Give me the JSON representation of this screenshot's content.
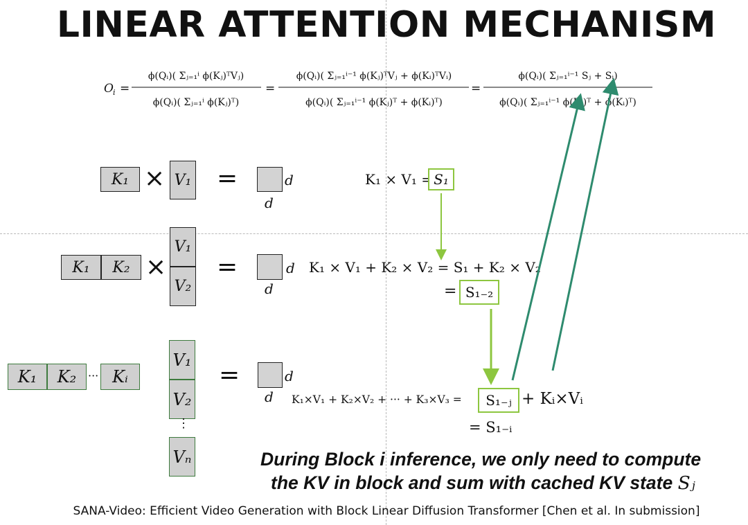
{
  "title": "LINEAR ATTENTION MECHANISM",
  "formula": {
    "lhs": "O",
    "lhs_sub": "i",
    "equals": "=",
    "frac1_num": "ϕ(Qᵢ)( Σⱼ₌₁ⁱ ϕ(Kⱼ)ᵀVⱼ)",
    "frac1_den": "ϕ(Qᵢ)( Σⱼ₌₁ⁱ ϕ(Kⱼ)ᵀ)",
    "frac2_num": "ϕ(Qᵢ)( Σⱼ₌₁ⁱ⁻¹ ϕ(Kⱼ)ᵀVⱼ + ϕ(Kᵢ)ᵀVᵢ)",
    "frac2_den": "ϕ(Qᵢ)( Σⱼ₌₁ⁱ⁻¹ ϕ(Kⱼ)ᵀ + ϕ(Kᵢ)ᵀ)",
    "frac3_num": "ϕ(Qᵢ)( Σⱼ₌₁ⁱ⁻¹ Sⱼ + Sᵢ)",
    "frac3_den": "ϕ(Qᵢ)( Σⱼ₌₁ⁱ⁻¹ ϕ(Kⱼ)ᵀ + ϕ(Kᵢ)ᵀ)"
  },
  "row1": {
    "k_boxes": [
      "K₁"
    ],
    "times": "×",
    "v_boxes": [
      "V₁"
    ],
    "equals": "=",
    "d_right": "d",
    "d_below": "d",
    "eq_text": "K₁ × V₁ = ",
    "state_box": "S₁"
  },
  "row2": {
    "k_boxes": [
      "K₁",
      "K₂"
    ],
    "times": "×",
    "v_boxes": [
      "V₁",
      "V₂"
    ],
    "equals": "=",
    "d_right": "d",
    "d_below": "d",
    "eq_text": "K₁ × V₁ + K₂ × V₂ = S₁ + K₂ × V₂",
    "eq2_prefix": "=",
    "state_box": "S₁₋₂"
  },
  "row3": {
    "k_boxes": [
      "K₁",
      "K₂",
      "Kᵢ"
    ],
    "k_dots": "···",
    "v_boxes": [
      "V₁",
      "V₂",
      "Vₙ"
    ],
    "v_dots": "⋮",
    "equals": "=",
    "d_right": "d",
    "d_below": "d",
    "eq_text": "K₁×V₁ + K₂×V₂ + ··· + K₃×V₃ =",
    "state_box": "S₁₋ⱼ",
    "eq_suffix": "+ Kᵢ×Vᵢ",
    "eq2": "= S₁₋ᵢ"
  },
  "note": {
    "line1": "During Block i inference, we only need to compute",
    "line2": "the KV in block and sum with cached KV state",
    "state_symbol": "Sⱼ"
  },
  "citation": "SANA-Video: Efficient Video Generation with Block Linear Diffusion Transformer [Chen et al. In submission]",
  "colors": {
    "light_green": "#8dc63f",
    "teal_arrow": "#2e8b6e",
    "box_gray": "#d0d0d0",
    "dashed_guides": "#b9b9b9"
  }
}
